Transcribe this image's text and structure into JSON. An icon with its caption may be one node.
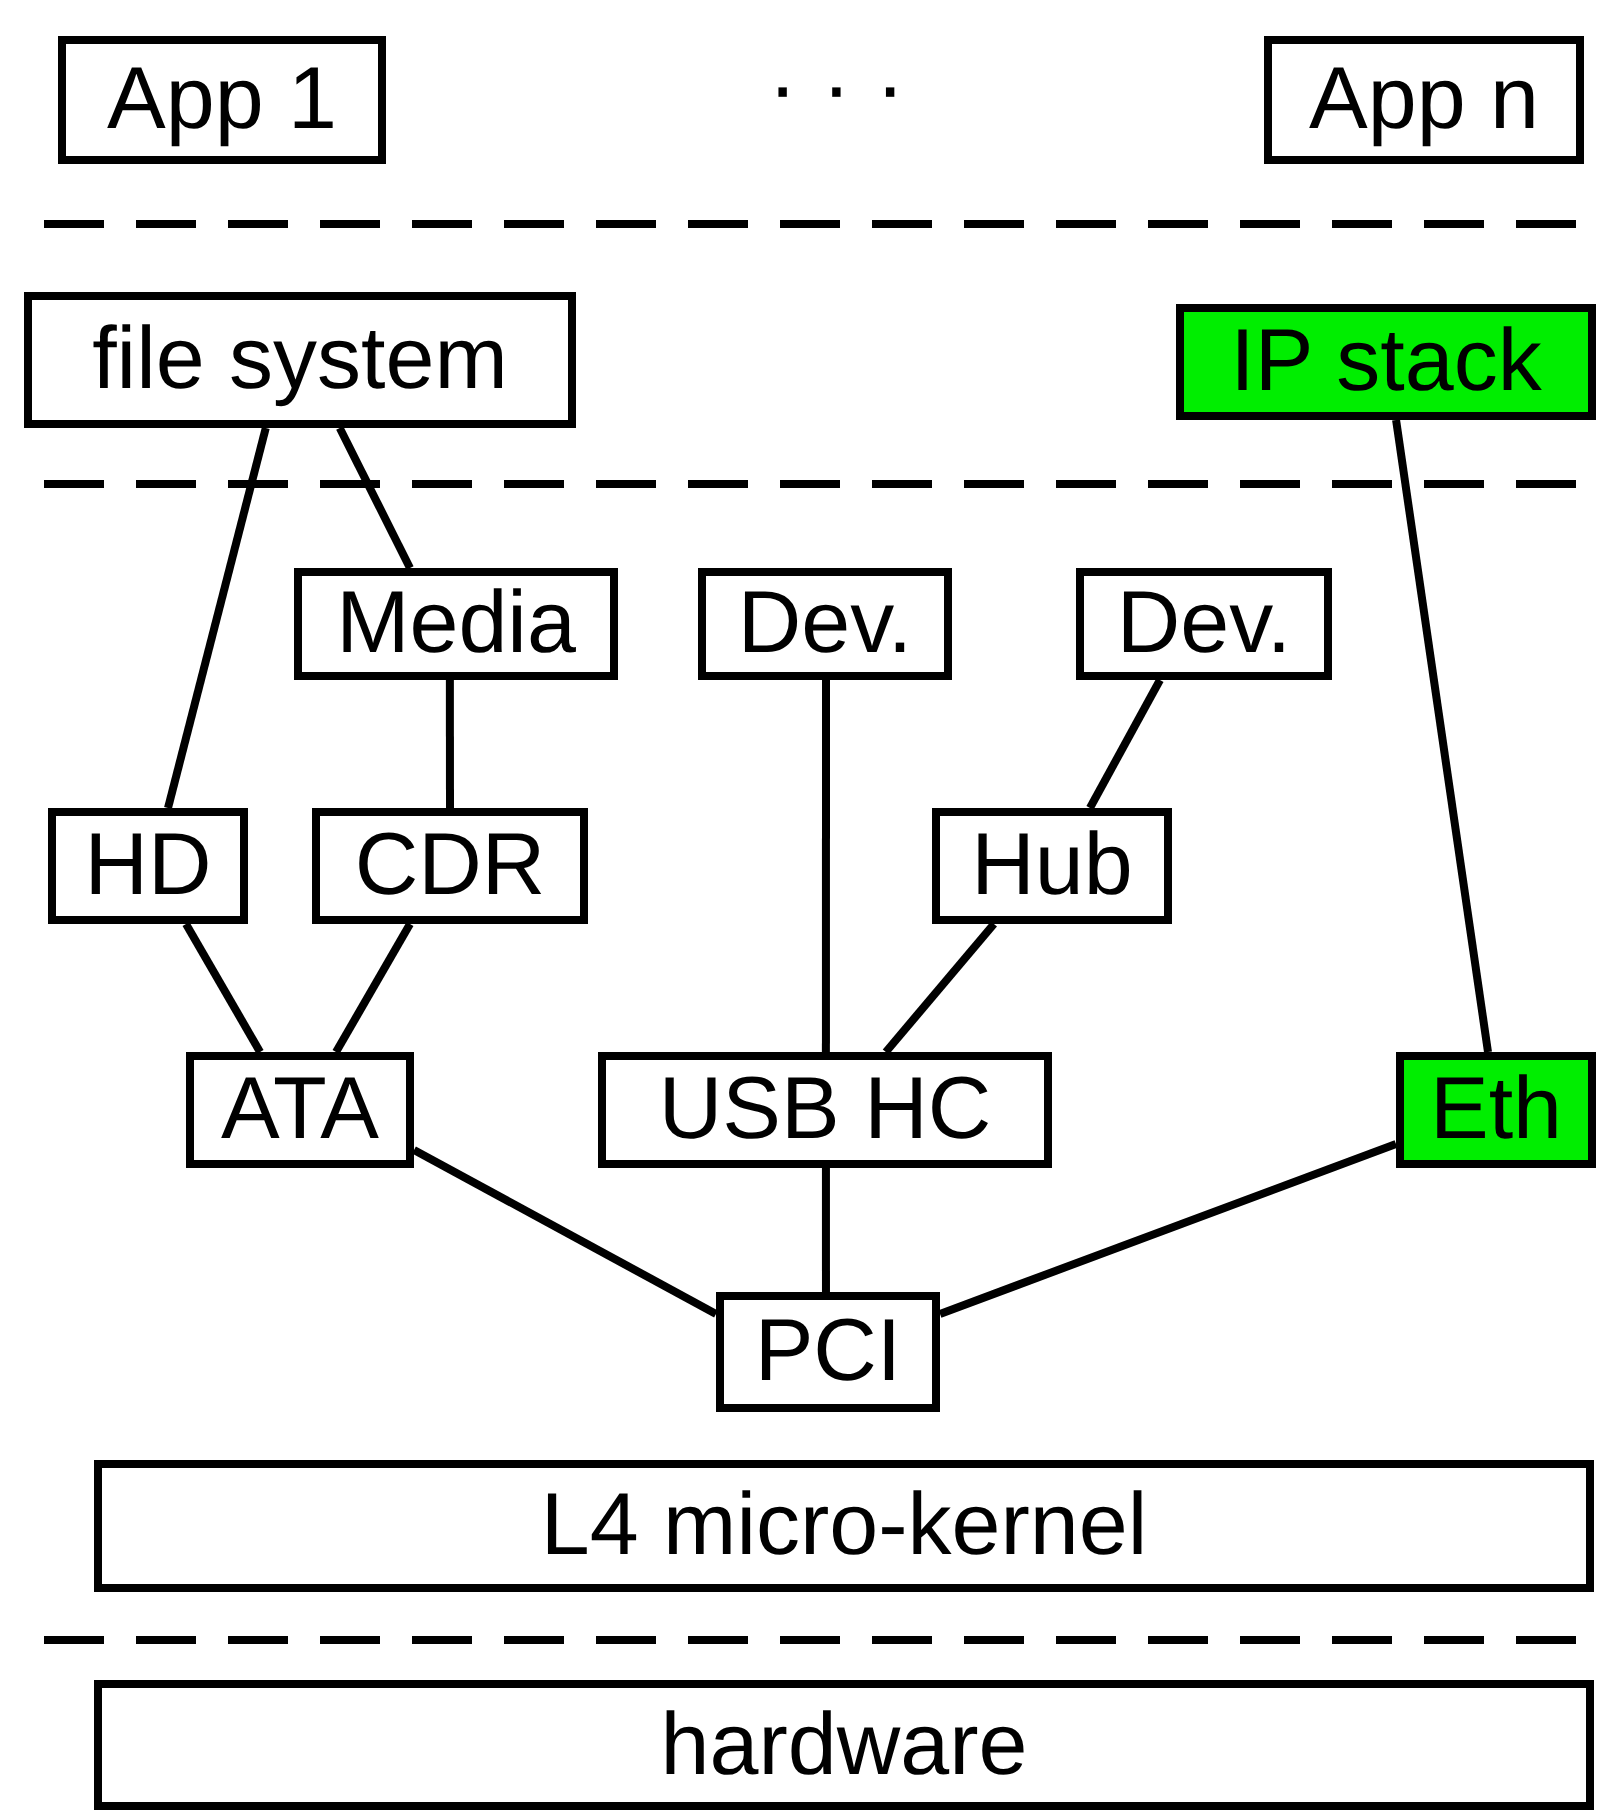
{
  "diagram": {
    "nodes": [
      {
        "text": [
          "App 1"
        ]
      },
      {
        "text": [
          "App n"
        ]
      },
      {
        "text": [
          "file system"
        ]
      },
      {
        "text": [
          "IP stack"
        ]
      },
      {
        "text": [
          "Media"
        ]
      },
      {
        "text": [
          "Dev."
        ]
      },
      {
        "text": [
          "Dev."
        ]
      },
      {
        "text": [
          "HD"
        ]
      },
      {
        "text": [
          "CDR"
        ]
      },
      {
        "text": [
          "Hub"
        ]
      },
      {
        "text": [
          "ATA"
        ]
      },
      {
        "text": [
          "USB HC"
        ]
      },
      {
        "text": [
          "Eth"
        ]
      },
      {
        "text": [
          "PCI"
        ]
      },
      {
        "text": [
          "L4 micro-kernel"
        ]
      },
      {
        "text": [
          "hardware"
        ]
      }
    ],
    "edges": [
      {
        "from": 2,
        "to": 7,
        "arrow": "none"
      },
      {
        "from": 2,
        "to": 4,
        "arrow": "none"
      },
      {
        "from": 3,
        "to": 12,
        "arrow": "none"
      },
      {
        "from": 4,
        "to": 8,
        "arrow": "none"
      },
      {
        "from": 5,
        "to": 11,
        "arrow": "none"
      },
      {
        "from": 6,
        "to": 9,
        "arrow": "none"
      },
      {
        "from": 7,
        "to": 10,
        "arrow": "none"
      },
      {
        "from": 8,
        "to": 10,
        "arrow": "none"
      },
      {
        "from": 9,
        "to": 11,
        "arrow": "none"
      },
      {
        "from": 10,
        "to": 13,
        "arrow": "none"
      },
      {
        "from": 11,
        "to": 13,
        "arrow": "none"
      },
      {
        "from": 12,
        "to": 13,
        "arrow": "none"
      }
    ],
    "labels": [
      "· · ·"
    ]
  }
}
